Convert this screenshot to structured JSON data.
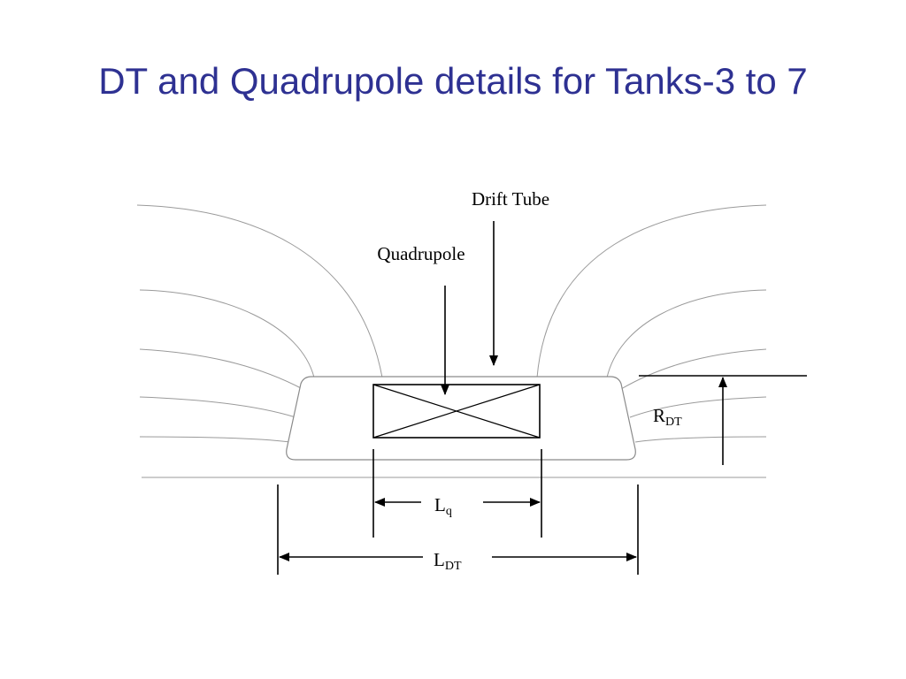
{
  "slide": {
    "title": "DT and Quadrupole details for Tanks-3 to 7"
  },
  "diagram": {
    "labels": {
      "drift_tube": "Drift Tube",
      "quadrupole": "Quadrupole",
      "r_dt_main": "R",
      "r_dt_sub": "DT",
      "l_q_main": "L",
      "l_q_sub": "q",
      "l_dt_main": "L",
      "l_dt_sub": "DT"
    },
    "colors": {
      "title": "#2e3192",
      "field_lines": "#9a9a9a",
      "drawing": "#000000"
    }
  }
}
